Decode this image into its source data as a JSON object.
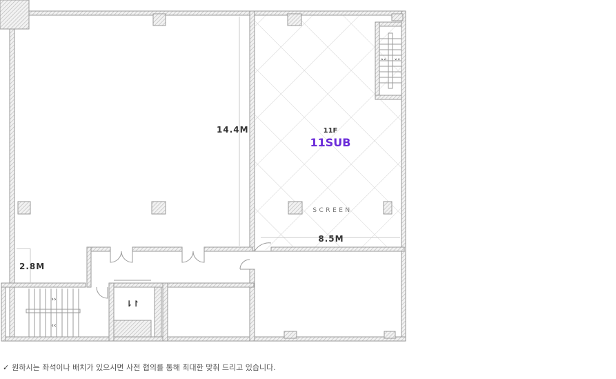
{
  "floor": {
    "level": "11F",
    "room_name": "11SUB",
    "room_color": "#6a2bd8"
  },
  "labels": {
    "length_main": "14.4M",
    "width_hall": "8.5M",
    "length_corridor": "2.8M",
    "screen": "SCREEN"
  },
  "stair_arrows": {
    "up": "˄˄",
    "down": "˅˅",
    "right": "››",
    "left": "‹‹"
  },
  "elevator_symbol": "⇂↾",
  "note": {
    "check": "✓",
    "text": "원하시는 좌석이나 배치가 있으시면 사전 협의를 통해 최대한 맞춰 드리고 있습니다."
  },
  "colors": {
    "wall_line": "#9a9a9a",
    "hatch": "#c4c4c4",
    "grid": "#cfcfcf",
    "text": "#333333"
  }
}
